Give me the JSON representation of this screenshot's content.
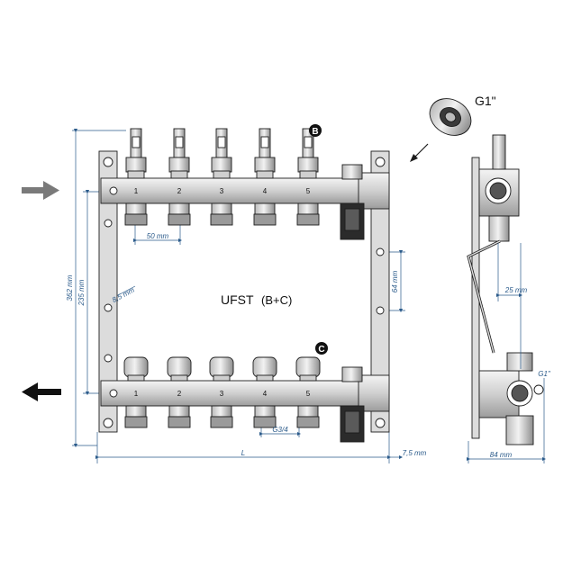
{
  "title": "UFST",
  "subtitle": "(B+C)",
  "connection_top": "G1\"",
  "connection_side": "G1\"",
  "outlet_thread": "G3/4",
  "markers": {
    "top_valves": "B",
    "bottom_valves": "C"
  },
  "circuit_numbers": [
    "1",
    "2",
    "3",
    "4",
    "5"
  ],
  "dimensions": {
    "height_total": "362  mm",
    "height_inner": "235  mm",
    "spacing": "50  mm",
    "bracket_hole": "8,5  mm",
    "bracket_spacing": "64  mm",
    "length": "L",
    "end_offset": "7,5 mm",
    "side_offset": "25  mm",
    "depth": "84  mm"
  },
  "colors": {
    "line": "#1c1c1c",
    "metal": "#d9d9d9",
    "dimension": "#2a5a8a",
    "arrow": "#7a7a7a"
  }
}
